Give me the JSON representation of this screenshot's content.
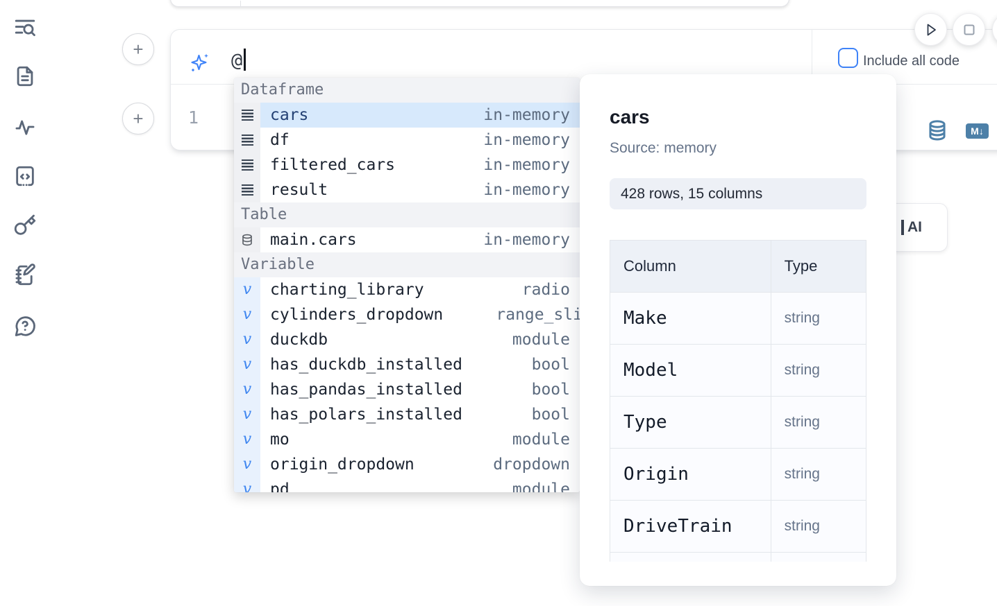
{
  "sidebar": {
    "icons": [
      {
        "name": "list-search"
      },
      {
        "name": "file-text"
      },
      {
        "name": "activity"
      },
      {
        "name": "code-snippet"
      },
      {
        "name": "key"
      },
      {
        "name": "notebook-pen"
      },
      {
        "name": "help-chat"
      }
    ]
  },
  "add_cell_button_label": "+",
  "cell": {
    "ai_prompt": {
      "value": "@",
      "include_all_code": {
        "label": "Include all code",
        "checked": false
      }
    },
    "editor": {
      "line_number": "1"
    },
    "markdown_badge": "M↓"
  },
  "autocomplete": {
    "selected_item": "cars",
    "sections": [
      {
        "label": "Dataframe",
        "items": [
          {
            "name": "cars",
            "detail": "in-memory"
          },
          {
            "name": "df",
            "detail": "in-memory"
          },
          {
            "name": "filtered_cars",
            "detail": "in-memory"
          },
          {
            "name": "result",
            "detail": "in-memory"
          }
        ]
      },
      {
        "label": "Table",
        "items": [
          {
            "name": "main.cars",
            "detail": "in-memory"
          }
        ]
      },
      {
        "label": "Variable",
        "items": [
          {
            "name": "charting_library",
            "detail": "radio"
          },
          {
            "name": "cylinders_dropdown",
            "detail": "range_sli"
          },
          {
            "name": "duckdb",
            "detail": "module"
          },
          {
            "name": "has_duckdb_installed",
            "detail": "bool"
          },
          {
            "name": "has_pandas_installed",
            "detail": "bool"
          },
          {
            "name": "has_polars_installed",
            "detail": "bool"
          },
          {
            "name": "mo",
            "detail": "module"
          },
          {
            "name": "origin_dropdown",
            "detail": "dropdown"
          },
          {
            "name": "pd",
            "detail": "module"
          }
        ]
      }
    ]
  },
  "popover": {
    "title": "cars",
    "source": "Source: memory",
    "dimensions": "428 rows, 15 columns",
    "table": {
      "headers": [
        "Column",
        "Type"
      ],
      "rows": [
        [
          "Make",
          "string"
        ],
        [
          "Model",
          "string"
        ],
        [
          "Type",
          "string"
        ],
        [
          "Origin",
          "string"
        ],
        [
          "DriveTrain",
          "string"
        ]
      ]
    }
  },
  "ai_button": {
    "label": "AI"
  },
  "colors": {
    "accent_blue": "#3f83f8",
    "steel_blue": "#4d80a8",
    "selection_blue": "#d7e9fc",
    "muted_text": "#5c6b7f",
    "dark_text": "#1a222f"
  }
}
